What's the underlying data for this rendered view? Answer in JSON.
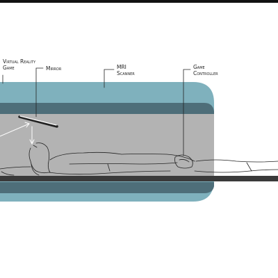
{
  "labels": {
    "virtual_reality_game_line1": "Virtual Reality",
    "virtual_reality_game_line2": "Game",
    "mirror": "Mirror",
    "mri_scanner_line1": "MRI",
    "mri_scanner_line2": "Scanner",
    "game_controller_line1": "Game",
    "game_controller_line2": "Controller"
  },
  "colors": {
    "scanner_shell": "#7fb1bd",
    "scanner_band": "#4e6e79",
    "bore_interior": "#b3b3b3",
    "table": "#3a3a3a",
    "outline": "#222222",
    "background": "#ffffff"
  }
}
